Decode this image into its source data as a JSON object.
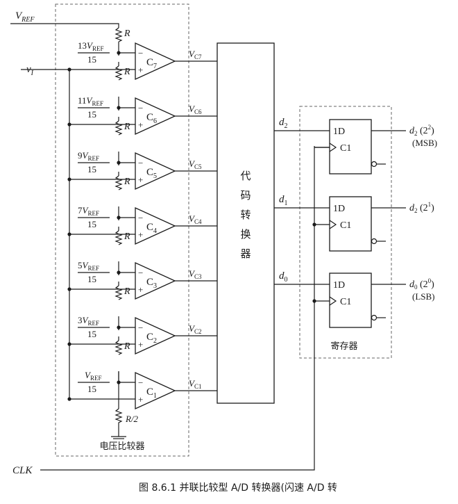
{
  "diagram": {
    "vref_label": "V",
    "vref_sub": "REF",
    "vin_label": "v",
    "vin_sub": "I",
    "resistor_label": "R",
    "resistor_half_label": "R/2",
    "clk_label": "CLK",
    "comparator_minus": "−",
    "comparator_plus": "+",
    "comparators": [
      {
        "name": "C",
        "sub": "7",
        "out": "V",
        "out_sub": "C7",
        "coef": "13",
        "den": "15"
      },
      {
        "name": "C",
        "sub": "6",
        "out": "V",
        "out_sub": "C6",
        "coef": "11",
        "den": "15"
      },
      {
        "name": "C",
        "sub": "5",
        "out": "V",
        "out_sub": "C5",
        "coef": "9",
        "den": "15"
      },
      {
        "name": "C",
        "sub": "4",
        "out": "V",
        "out_sub": "C4",
        "coef": "7",
        "den": "15"
      },
      {
        "name": "C",
        "sub": "3",
        "out": "V",
        "out_sub": "C3",
        "coef": "5",
        "den": "15"
      },
      {
        "name": "C",
        "sub": "2",
        "out": "V",
        "out_sub": "C2",
        "coef": "3",
        "den": "15"
      },
      {
        "name": "C",
        "sub": "1",
        "out": "V",
        "out_sub": "C1",
        "coef": "",
        "den": "15"
      }
    ],
    "comparator_group_label": "电压比较器",
    "encoder_label": [
      "代",
      "码",
      "转",
      "换",
      "器"
    ],
    "register_label": "寄存器",
    "flipflop_d": "1D",
    "flipflop_c": "C1",
    "bits": [
      {
        "wire": "d",
        "wire_sub": "2",
        "out": "d",
        "out_sub": "2",
        "weight": " (2",
        "weight_sup": "2",
        "tail": ")",
        "tag": "(MSB)"
      },
      {
        "wire": "d",
        "wire_sub": "1",
        "out": "d",
        "out_sub": "2",
        "weight": " (2",
        "weight_sup": "1",
        "tail": ")",
        "tag": ""
      },
      {
        "wire": "d",
        "wire_sub": "0",
        "out": "d",
        "out_sub": "0",
        "weight": " (2",
        "weight_sup": "0",
        "tail": ")",
        "tag": "(LSB)"
      }
    ],
    "caption": "图 8.6.1   并联比较型 A/D 转换器(闪速 A/D 转"
  }
}
